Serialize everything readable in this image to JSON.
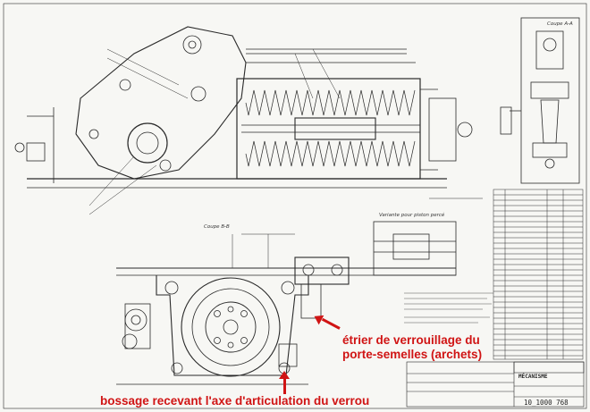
{
  "drawing": {
    "section_aa": "Coupe A-A",
    "section_bb": "Coupe B-B",
    "variant_note": "Variante pour piston percé",
    "drawing_number": "10_1000 768",
    "title_block_heading": "MÉCANISME"
  },
  "annotations": {
    "stirrup_line1": "étrier de verrouillage du",
    "stirrup_line2": "porte-semelles (archets)",
    "boss": "bossage recevant l'axe d'articulation du verrou"
  },
  "colors": {
    "ink": "#2a2a2a",
    "annotation": "#d01414",
    "paper": "#f7f7f4"
  }
}
